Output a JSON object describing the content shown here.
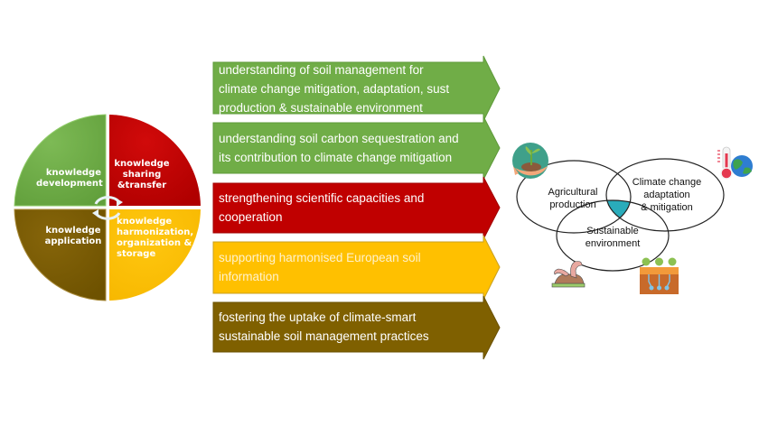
{
  "cycle": {
    "quadrants": [
      {
        "id": "development",
        "label_line1": "knowledge",
        "label_line2": "development",
        "color": "#70AD47"
      },
      {
        "id": "sharing",
        "label_line1": "knowledge",
        "label_line2": "sharing",
        "label_line3": "&transfer",
        "color": "#C00000"
      },
      {
        "id": "application",
        "label_line1": "knowledge",
        "label_line2": "application",
        "color": "#7F6000"
      },
      {
        "id": "harmonization",
        "label_line1": "knowledge",
        "label_line2": "harmonization,",
        "label_line3": "organization &",
        "label_line4": "storage",
        "color": "#FFC000"
      }
    ],
    "center_icon": "cycle-arrows-icon"
  },
  "arrows": [
    {
      "line1": "understanding of soil management for",
      "line2": "climate change mitigation, adaptation, sust",
      "line3": "production & sustainable environment",
      "color": "#70AD47",
      "text_color": "#ffffff"
    },
    {
      "line1": "understanding soil carbon sequestration and",
      "line2": "its contribution to climate change mitigation",
      "color": "#70AD47",
      "text_color": "#ffffff"
    },
    {
      "line1": "strengthening scientific capacities and",
      "line2": "cooperation",
      "color": "#C00000",
      "text_color": "#ffffff"
    },
    {
      "line1": "supporting harmonised European soil",
      "line2": "information",
      "color": "#FFC000",
      "text_color": "#FFF2CC"
    },
    {
      "line1": "fostering the uptake of climate-smart",
      "line2": "sustainable soil management practices",
      "color": "#7F6000",
      "text_color": "#ffffff"
    }
  ],
  "venn": {
    "circles": [
      {
        "id": "agricultural",
        "line1": "Agricultural",
        "line2": "production",
        "icon": "hand-plant-icon"
      },
      {
        "id": "climate",
        "line1": "Climate change",
        "line2": "adaptation",
        "line3": "& mitigation",
        "icon": "thermometer-earth-icon"
      },
      {
        "id": "environment",
        "line1": "Sustainable",
        "line2": "environment",
        "icon": "earthworm-soil-icon"
      }
    ],
    "extra_icon": "soil-roots-icon",
    "intersection_color": "#2AACBB"
  }
}
